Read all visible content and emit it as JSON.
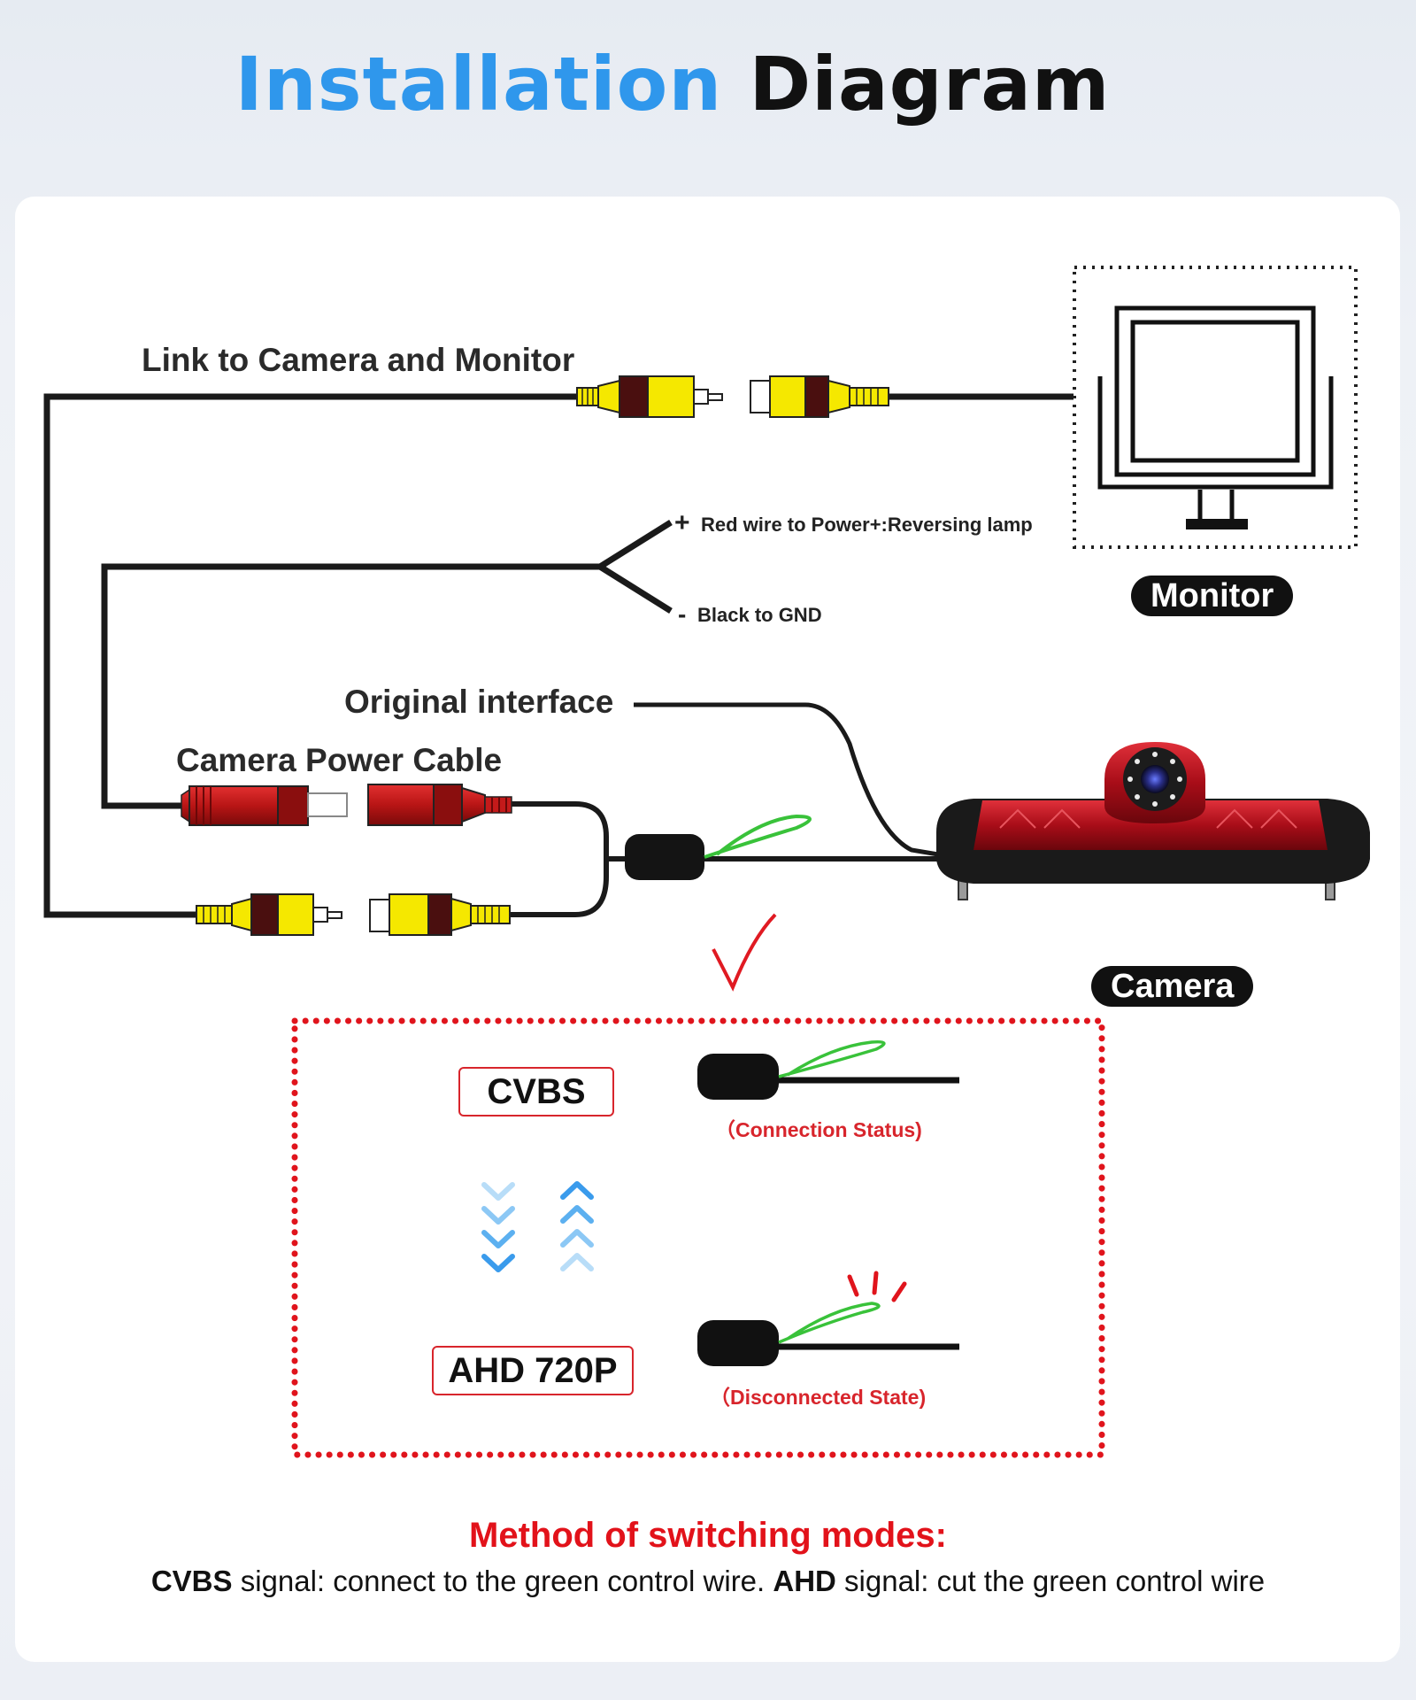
{
  "title": {
    "part1": "Installation",
    "part2": "Diagram"
  },
  "labels": {
    "link": "Link to Camera and Monitor",
    "red_wire": "Red wire to Power+:Reversing lamp",
    "black_wire": "Black to GND",
    "plus_sign": "+",
    "minus_sign": "-",
    "original_interface": "Original interface",
    "power_cable": "Camera Power Cable",
    "monitor": "Monitor",
    "camera": "Camera"
  },
  "modes": {
    "cvbs": {
      "label": "CVBS",
      "status": "（Connection Status)"
    },
    "ahd": {
      "label": "AHD 720P",
      "status": "（Disconnected State)"
    }
  },
  "method": {
    "title": "Method of switching modes:",
    "cvbs_bold": "CVBS",
    "cvbs_text": " signal: connect to the green control wire. ",
    "ahd_bold": "AHD",
    "ahd_text": " signal: cut the green control wire"
  },
  "colors": {
    "accent_blue": "#2f97ec",
    "mode_red": "#d8252c",
    "method_red": "#e2121a",
    "rca_yellow": "#f5e800",
    "rca_brown": "#4a0f0f",
    "power_red": "#c41a1a",
    "control_green": "#39c23a",
    "lamp_red": "#b0101a"
  },
  "icons": [
    "check-mark-icon",
    "chevrons-down-icon",
    "chevrons-up-icon",
    "cut-spark-icon",
    "monitor-icon",
    "camera-icon"
  ]
}
